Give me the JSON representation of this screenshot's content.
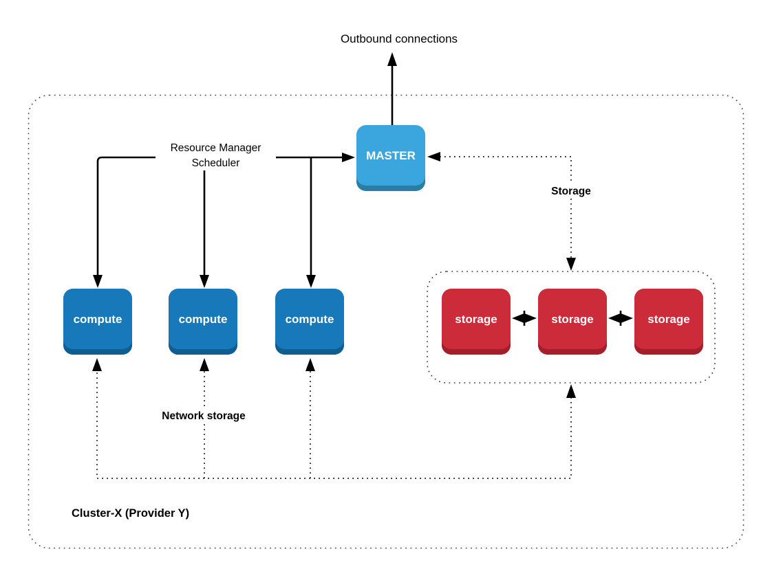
{
  "diagram": {
    "outbound_label": "Outbound connections",
    "resource_manager_line1": "Resource Manager",
    "resource_manager_line2": "Scheduler",
    "storage_link_label": "Storage",
    "network_storage_label": "Network storage",
    "cluster_label": "Cluster-X (Provider Y)"
  },
  "nodes": {
    "master": {
      "label": "MASTER"
    },
    "compute": [
      {
        "label": "compute"
      },
      {
        "label": "compute"
      },
      {
        "label": "compute"
      }
    ],
    "storage": [
      {
        "label": "storage"
      },
      {
        "label": "storage"
      },
      {
        "label": "storage"
      }
    ]
  },
  "colors": {
    "master_fill": "#3BA5DE",
    "master_edge": "#2B7EA1",
    "compute_fill": "#1779BA",
    "compute_edge": "#0F5E8F",
    "storage_fill": "#CC2B39",
    "storage_edge": "#A21F2B",
    "connector": "#111111",
    "cluster_border": "#4A4A4A",
    "background": "#FFFFFF"
  }
}
